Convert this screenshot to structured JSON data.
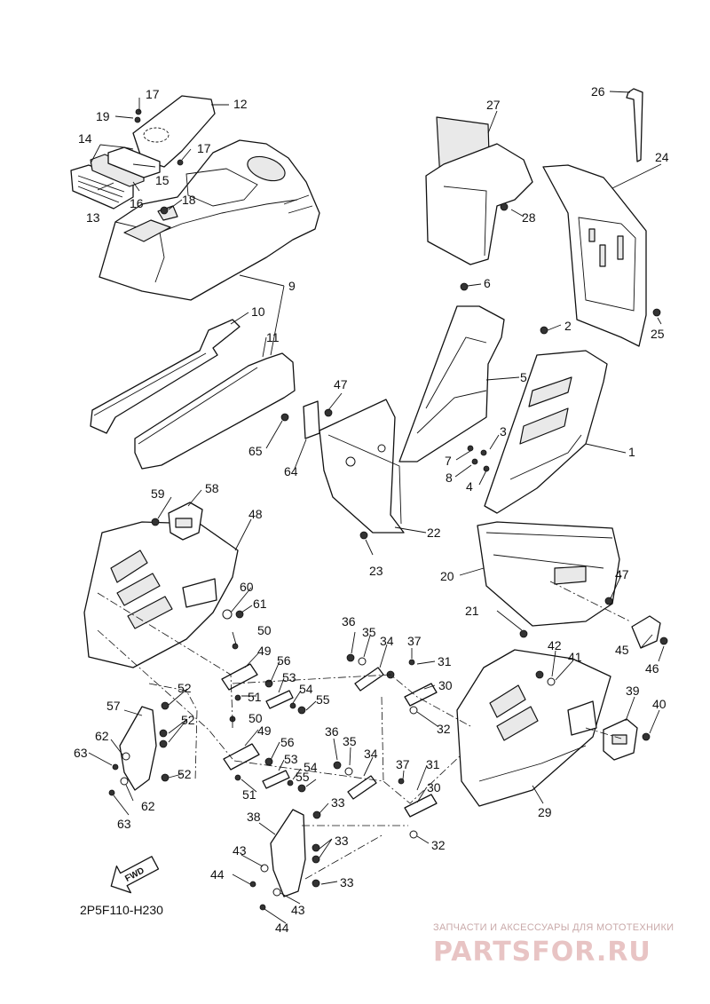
{
  "diagram": {
    "code": "2P5F110-H230",
    "direction_label": "FWD",
    "callouts": [
      {
        "n": "1"
      },
      {
        "n": "2"
      },
      {
        "n": "3"
      },
      {
        "n": "4"
      },
      {
        "n": "5"
      },
      {
        "n": "6"
      },
      {
        "n": "7"
      },
      {
        "n": "8"
      },
      {
        "n": "9"
      },
      {
        "n": "10"
      },
      {
        "n": "11"
      },
      {
        "n": "12"
      },
      {
        "n": "13"
      },
      {
        "n": "14"
      },
      {
        "n": "15"
      },
      {
        "n": "16"
      },
      {
        "n": "17"
      },
      {
        "n": "17"
      },
      {
        "n": "18"
      },
      {
        "n": "19"
      },
      {
        "n": "20"
      },
      {
        "n": "21"
      },
      {
        "n": "22"
      },
      {
        "n": "23"
      },
      {
        "n": "24"
      },
      {
        "n": "25"
      },
      {
        "n": "26"
      },
      {
        "n": "27"
      },
      {
        "n": "28"
      },
      {
        "n": "29"
      },
      {
        "n": "30"
      },
      {
        "n": "30"
      },
      {
        "n": "31"
      },
      {
        "n": "31"
      },
      {
        "n": "32"
      },
      {
        "n": "32"
      },
      {
        "n": "33"
      },
      {
        "n": "33"
      },
      {
        "n": "33"
      },
      {
        "n": "34"
      },
      {
        "n": "34"
      },
      {
        "n": "35"
      },
      {
        "n": "35"
      },
      {
        "n": "36"
      },
      {
        "n": "36"
      },
      {
        "n": "37"
      },
      {
        "n": "37"
      },
      {
        "n": "38"
      },
      {
        "n": "39"
      },
      {
        "n": "40"
      },
      {
        "n": "41"
      },
      {
        "n": "42"
      },
      {
        "n": "43"
      },
      {
        "n": "43"
      },
      {
        "n": "44"
      },
      {
        "n": "44"
      },
      {
        "n": "45"
      },
      {
        "n": "46"
      },
      {
        "n": "47"
      },
      {
        "n": "47"
      },
      {
        "n": "48"
      },
      {
        "n": "49"
      },
      {
        "n": "49"
      },
      {
        "n": "50"
      },
      {
        "n": "50"
      },
      {
        "n": "51"
      },
      {
        "n": "51"
      },
      {
        "n": "52"
      },
      {
        "n": "52"
      },
      {
        "n": "52"
      },
      {
        "n": "53"
      },
      {
        "n": "53"
      },
      {
        "n": "54"
      },
      {
        "n": "54"
      },
      {
        "n": "55"
      },
      {
        "n": "55"
      },
      {
        "n": "56"
      },
      {
        "n": "56"
      },
      {
        "n": "57"
      },
      {
        "n": "58"
      },
      {
        "n": "59"
      },
      {
        "n": "60"
      },
      {
        "n": "61"
      },
      {
        "n": "62"
      },
      {
        "n": "62"
      },
      {
        "n": "63"
      },
      {
        "n": "63"
      },
      {
        "n": "64"
      },
      {
        "n": "65"
      }
    ]
  },
  "watermark": {
    "tagline": "ЗАПЧАСТИ И АКСЕССУАРЫ ДЛЯ МОТОТЕХНИКИ",
    "brand": "PARTSFOR.RU"
  }
}
